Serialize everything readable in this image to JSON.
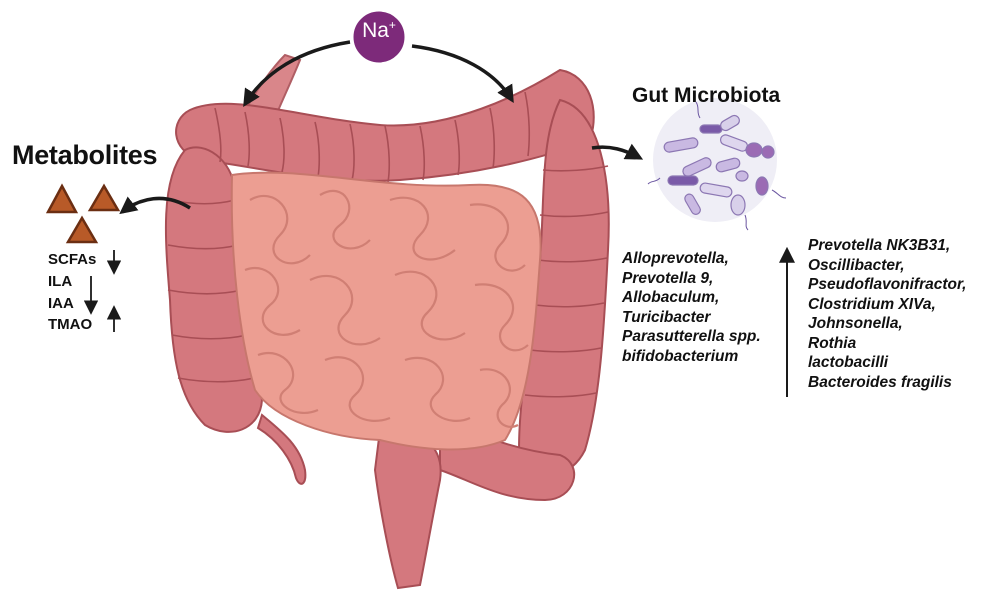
{
  "ion": {
    "symbol": "Na",
    "charge": "+"
  },
  "metabolites": {
    "title": "Metabolites",
    "items": [
      {
        "label": "SCFAs",
        "trend": "down"
      },
      {
        "label": "ILA",
        "trend": "down"
      },
      {
        "label": "IAA",
        "trend": "down"
      },
      {
        "label": "TMAO",
        "trend": "up"
      }
    ]
  },
  "microbiota": {
    "title": "Gut Microbiota",
    "decreased": [
      "Alloprevotella,",
      "Prevotella 9,",
      "Allobaculum,",
      "Turicibacter",
      "Parasutterella spp.",
      "bifidobacterium"
    ],
    "increased": [
      "Prevotella NK3B31,",
      "Oscillibacter,",
      "Pseudoflavonifractor,",
      "Clostridium XIVa,",
      "Johnsonella,",
      "Rothia",
      "lactobacilli",
      "Bacteroides fragilis"
    ]
  },
  "colors": {
    "colon": "#d4787e",
    "colon_dark": "#a84e55",
    "small_intestine": "#ec9e92",
    "ion_circle": "#7d2a7a",
    "metabolite_triangle": "#b85a28",
    "bacteria": "#b9a6d6"
  }
}
